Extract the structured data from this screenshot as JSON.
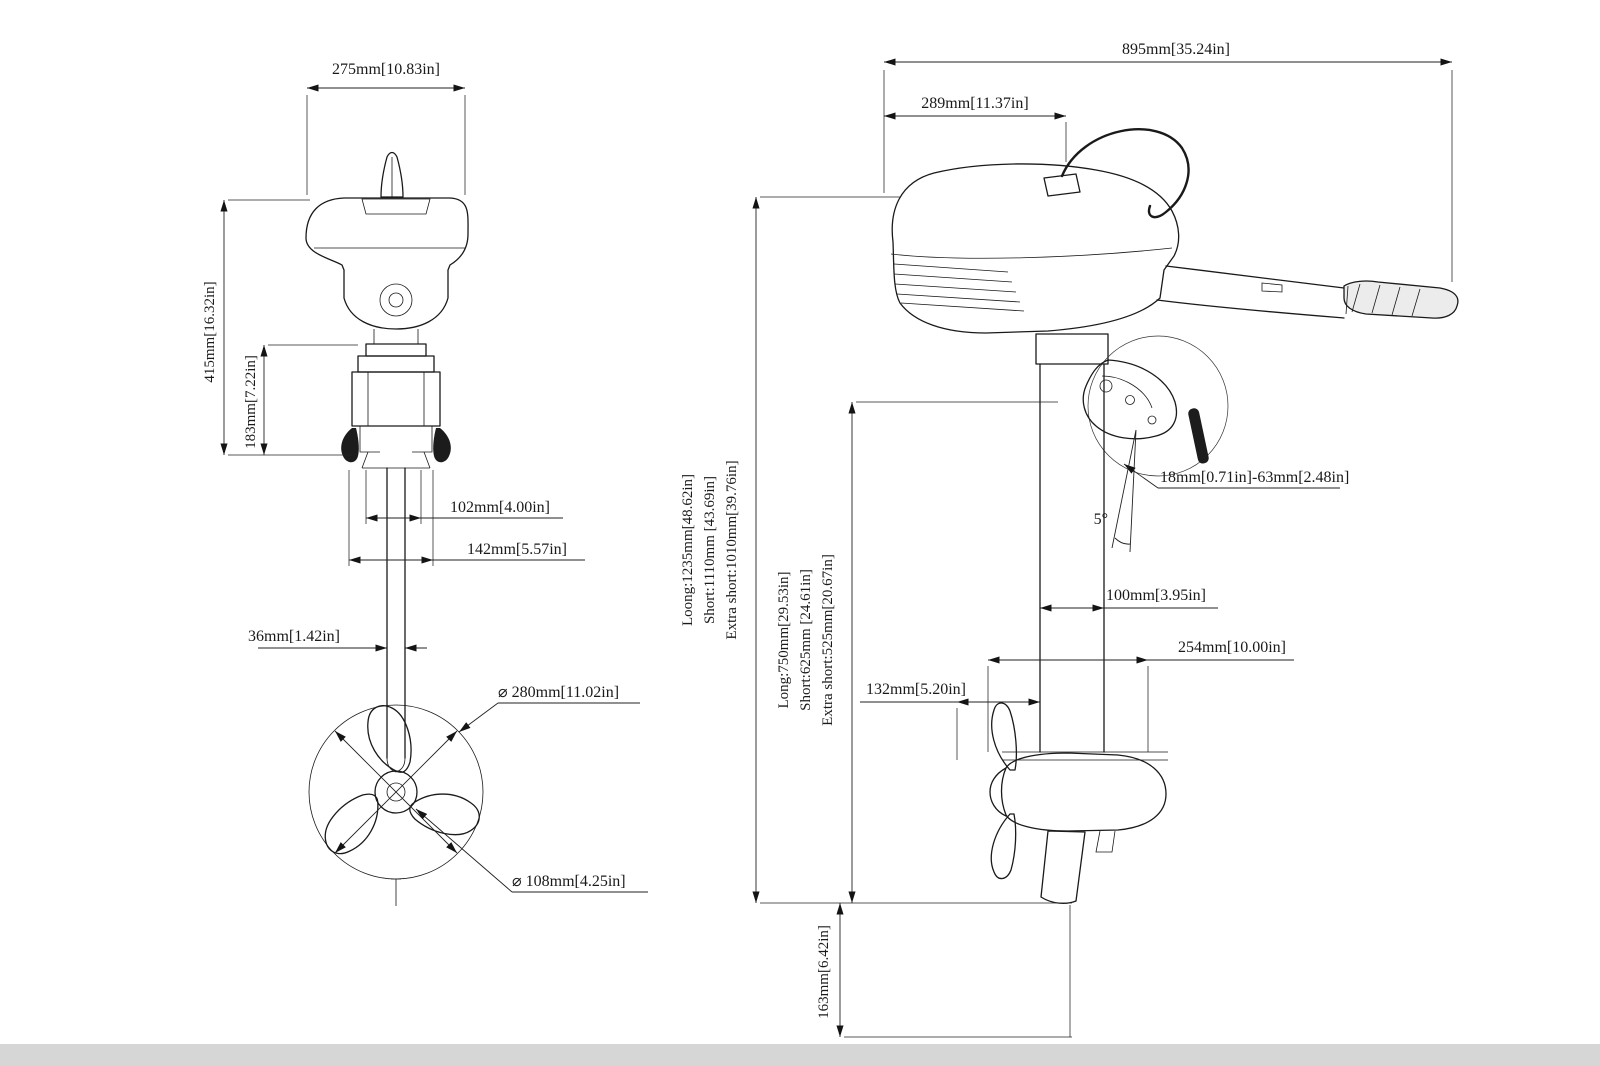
{
  "colors": {
    "line": "#1a1a1a",
    "bg": "#ffffff",
    "strip": "#d6d6d6"
  },
  "front": {
    "width_top": "275mm[10.83in]",
    "height_overall": "415mm[16.32in]",
    "height_bracket": "183mm[7.22in]",
    "clamp_inner": "102mm[4.00in]",
    "clamp_outer": "142mm[5.57in]",
    "shaft_width": "36mm[1.42in]",
    "prop_dia": "⌀ 280mm[11.02in]",
    "hub_dia": "⌀ 108mm[4.25in]"
  },
  "side": {
    "length_overall": "895mm[35.24in]",
    "cowl_length": "289mm[11.37in]",
    "overall_long": "Loong:1235mm[48.62in]",
    "overall_short": "Short:1110mm [43.69in]",
    "overall_xshort": "Extra short:1010mm[39.76in]",
    "shaft_long": "Long:750mm[29.53in]",
    "shaft_short": "Short:625mm [24.61in]",
    "shaft_xshort": "Extra short:525mm[20.67in]",
    "transom_range": "18mm[0.71in]-63mm[2.48in]",
    "tilt_angle": "5°",
    "shaft_fore_aft": "100mm[3.95in]",
    "pod_length": "254mm[10.00in]",
    "prop_offset": "132mm[5.20in]",
    "skeg_depth": "163mm[6.42in]"
  }
}
